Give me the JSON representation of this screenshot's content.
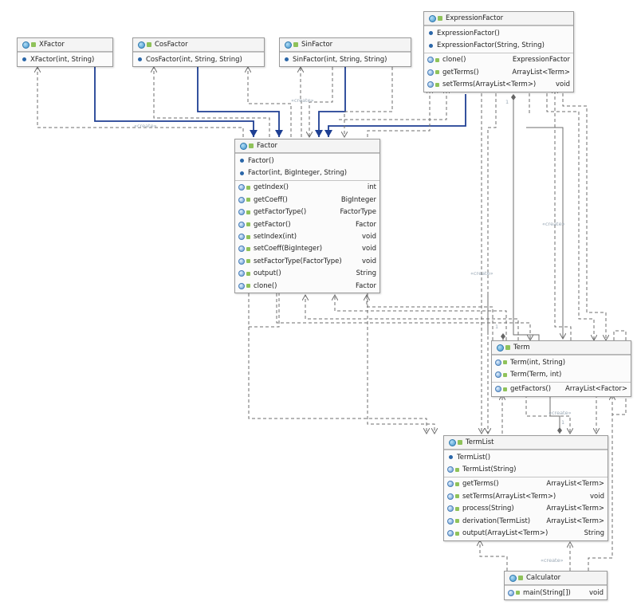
{
  "create_label": "«create»",
  "multiplicity": "1",
  "classes": {
    "xfactor": {
      "name": "XFactor",
      "members": [
        {
          "sig": "XFactor(int, String)",
          "ret": ""
        }
      ]
    },
    "cosfactor": {
      "name": "CosFactor",
      "members": [
        {
          "sig": "CosFactor(int, String, String)",
          "ret": ""
        }
      ]
    },
    "sinfactor": {
      "name": "SinFactor",
      "members": [
        {
          "sig": "SinFactor(int, String, String)",
          "ret": ""
        }
      ]
    },
    "expressionfactor": {
      "name": "ExpressionFactor",
      "ctors": [
        {
          "sig": "ExpressionFactor()"
        },
        {
          "sig": "ExpressionFactor(String, String)"
        }
      ],
      "methods": [
        {
          "sig": "clone()",
          "ret": "ExpressionFactor"
        },
        {
          "sig": "getTerms()",
          "ret": "ArrayList<Term>"
        },
        {
          "sig": "setTerms(ArrayList<Term>)",
          "ret": "void"
        }
      ]
    },
    "factor": {
      "name": "Factor",
      "ctors": [
        {
          "sig": "Factor()"
        },
        {
          "sig": "Factor(int, BigInteger, String)"
        }
      ],
      "methods": [
        {
          "sig": "getIndex()",
          "ret": "int"
        },
        {
          "sig": "getCoeff()",
          "ret": "BigInteger"
        },
        {
          "sig": "getFactorType()",
          "ret": "FactorType"
        },
        {
          "sig": "getFactor()",
          "ret": "Factor"
        },
        {
          "sig": "setIndex(int)",
          "ret": "void"
        },
        {
          "sig": "setCoeff(BigInteger)",
          "ret": "void"
        },
        {
          "sig": "setFactorType(FactorType)",
          "ret": "void"
        },
        {
          "sig": "output()",
          "ret": "String"
        },
        {
          "sig": "clone()",
          "ret": "Factor"
        }
      ]
    },
    "term": {
      "name": "Term",
      "ctors": [
        {
          "sig": "Term(int, String)"
        },
        {
          "sig": "Term(Term, int)"
        }
      ],
      "methods": [
        {
          "sig": "getFactors()",
          "ret": "ArrayList<Factor>"
        }
      ]
    },
    "termlist": {
      "name": "TermList",
      "ctors": [
        {
          "sig": "TermList()"
        },
        {
          "sig": "TermList(String)"
        }
      ],
      "methods": [
        {
          "sig": "getTerms()",
          "ret": "ArrayList<Term>"
        },
        {
          "sig": "setTerms(ArrayList<Term>)",
          "ret": "void"
        },
        {
          "sig": "process(String)",
          "ret": "ArrayList<Term>"
        },
        {
          "sig": "derivation(TermList)",
          "ret": "ArrayList<Term>"
        },
        {
          "sig": "output(ArrayList<Term>)",
          "ret": "String"
        }
      ]
    },
    "calculator": {
      "name": "Calculator",
      "methods": [
        {
          "sig": "main(String[])",
          "ret": "void"
        }
      ]
    }
  },
  "colors": {
    "inherit": "#1e3f93",
    "dep": "#6e6e6e",
    "border": "#9a9a9a"
  }
}
